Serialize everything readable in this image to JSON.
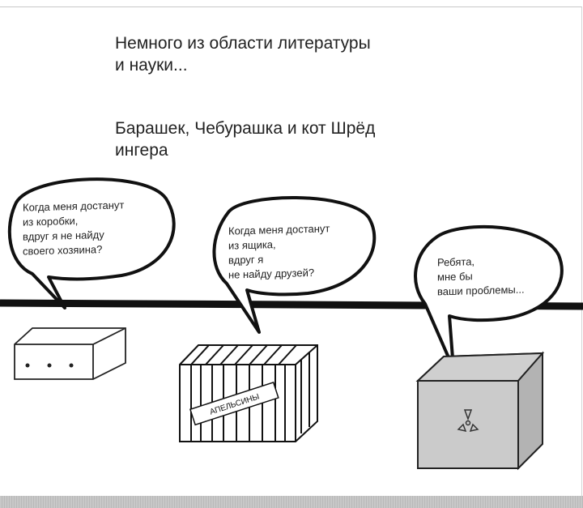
{
  "caption": {
    "line1": "Немного из области литературы\nи науки...",
    "line2": "Барашек, Чебурашка и кот Шрёд\nингера"
  },
  "bubbles": {
    "lamb": "Когда меня достанут\nиз коробки,\nвдруг я не найду\nсвоего хозяина?",
    "cheburashka": "Когда меня достанут\nиз ящика,\nвдруг я\nне найду друзей?",
    "cat": "Ребята,\nмне бы\nваши проблемы..."
  },
  "crate_label": "АПЕЛЬСИНЫ",
  "icons": {
    "radiation": "radiation-icon"
  }
}
